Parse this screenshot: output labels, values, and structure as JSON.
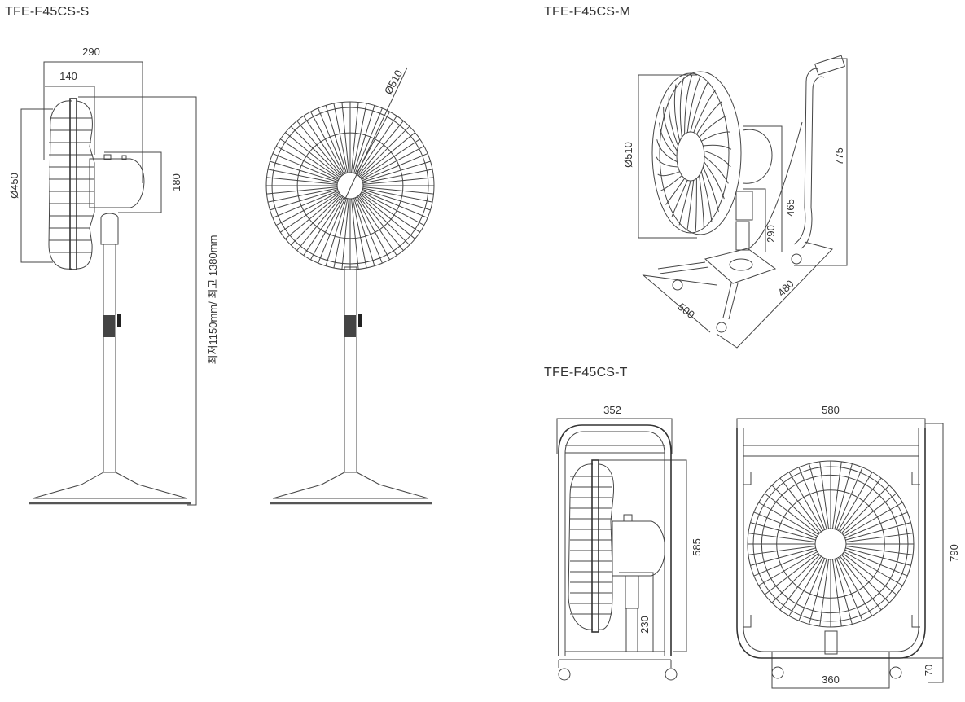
{
  "models": [
    {
      "name": "TFE-F45CS-S",
      "dimensions": {
        "overall_depth": "290",
        "guard_depth": "140",
        "guard_diameter": "Ø450",
        "motor_height": "180",
        "height_range": "최저1150mm/ 최고 1380mm",
        "front_diameter": "Ø510"
      }
    },
    {
      "name": "TFE-F45CS-M",
      "dimensions": {
        "guard_diameter": "Ø510",
        "handle_height": "775",
        "motor_height": "465",
        "pole_height": "290",
        "base_width": "480",
        "base_depth": "500"
      }
    },
    {
      "name": "TFE-F45CS-T",
      "dimensions": {
        "frame_depth": "352",
        "frame_width": "580",
        "fan_height": "585",
        "pole_height": "230",
        "overall_height": "790",
        "caster_span": "360",
        "caster_height": "70"
      }
    }
  ]
}
